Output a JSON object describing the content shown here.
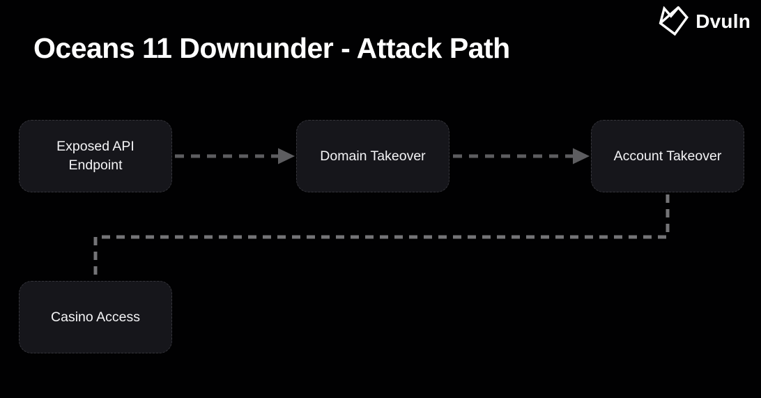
{
  "header": {
    "title": "Oceans 11 Downunder - Attack Path",
    "brand": "Dvuln"
  },
  "diagram": {
    "nodes": [
      {
        "id": "exposed-api-endpoint",
        "label": "Exposed API Endpoint"
      },
      {
        "id": "domain-takeover",
        "label": "Domain Takeover"
      },
      {
        "id": "account-takeover",
        "label": "Account Takeover"
      },
      {
        "id": "casino-access",
        "label": "Casino Access"
      }
    ],
    "edges": [
      {
        "from": "exposed-api-endpoint",
        "to": "domain-takeover",
        "style": "dashed-arrow"
      },
      {
        "from": "domain-takeover",
        "to": "account-takeover",
        "style": "dashed-arrow"
      },
      {
        "from": "account-takeover",
        "to": "casino-access",
        "style": "dashed-elbow"
      }
    ]
  },
  "colors": {
    "background": "#000000",
    "node_fill": "#16161b",
    "node_border": "#35353b",
    "node_text": "#f4f4f6",
    "arrow": "#5d5d60",
    "elbow_connector": "#747477",
    "title_text": "#ffffff",
    "brand_text": "#ffffff"
  }
}
